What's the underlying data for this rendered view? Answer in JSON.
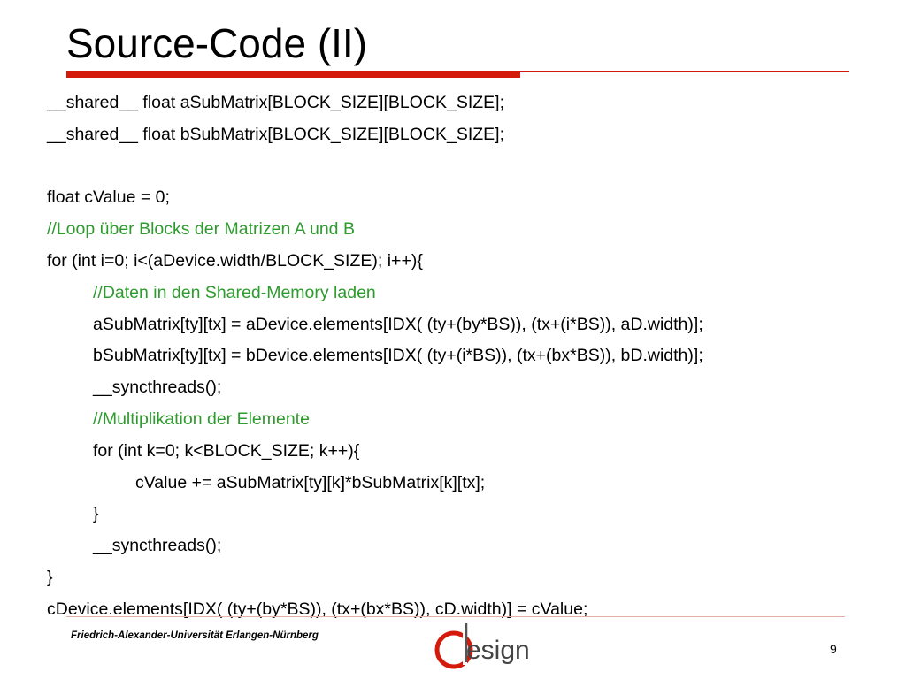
{
  "slide": {
    "title": "Source-Code (II)",
    "code_lines": [
      {
        "text": "__shared__ float aSubMatrix[BLOCK_SIZE][BLOCK_SIZE];",
        "indent": 0,
        "comment": false
      },
      {
        "text": "__shared__ float bSubMatrix[BLOCK_SIZE][BLOCK_SIZE];",
        "indent": 0,
        "comment": false
      },
      {
        "text": "",
        "indent": 0,
        "comment": false
      },
      {
        "text": "float cValue = 0;",
        "indent": 0,
        "comment": false
      },
      {
        "text": "//Loop über Blocks der Matrizen A und B",
        "indent": 0,
        "comment": true
      },
      {
        "text": "for (int i=0; i<(aDevice.width/BLOCK_SIZE); i++){",
        "indent": 0,
        "comment": false
      },
      {
        "text": "//Daten in den Shared-Memory laden",
        "indent": 1,
        "comment": true
      },
      {
        "text": "aSubMatrix[ty][tx] = aDevice.elements[IDX( (ty+(by*BS)), (tx+(i*BS)), aD.width)];",
        "indent": 1,
        "comment": false
      },
      {
        "text": "bSubMatrix[ty][tx] = bDevice.elements[IDX( (ty+(i*BS)), (tx+(bx*BS)), bD.width)];",
        "indent": 1,
        "comment": false
      },
      {
        "text": "__syncthreads();",
        "indent": 1,
        "comment": false
      },
      {
        "text": "//Multiplikation der Elemente",
        "indent": 1,
        "comment": true
      },
      {
        "text": "for (int k=0; k<BLOCK_SIZE; k++){",
        "indent": 1,
        "comment": false
      },
      {
        "text": "cValue += aSubMatrix[ty][k]*bSubMatrix[k][tx];",
        "indent": 2,
        "comment": false
      },
      {
        "text": "}",
        "indent": 1,
        "comment": false
      },
      {
        "text": "__syncthreads();",
        "indent": 1,
        "comment": false
      },
      {
        "text": "}",
        "indent": 0,
        "comment": false
      },
      {
        "text": "cDevice.elements[IDX( (ty+(by*BS)), (tx+(bx*BS)), cD.width)] = cValue;",
        "indent": 0,
        "comment": false
      }
    ]
  },
  "footer": {
    "university": "Friedrich-Alexander-Universität Erlangen-Nürnberg",
    "logo_text": "esign",
    "page_number": "9"
  },
  "colors": {
    "accent_red": "#d41a0a",
    "comment_green": "#2e9b2e"
  }
}
